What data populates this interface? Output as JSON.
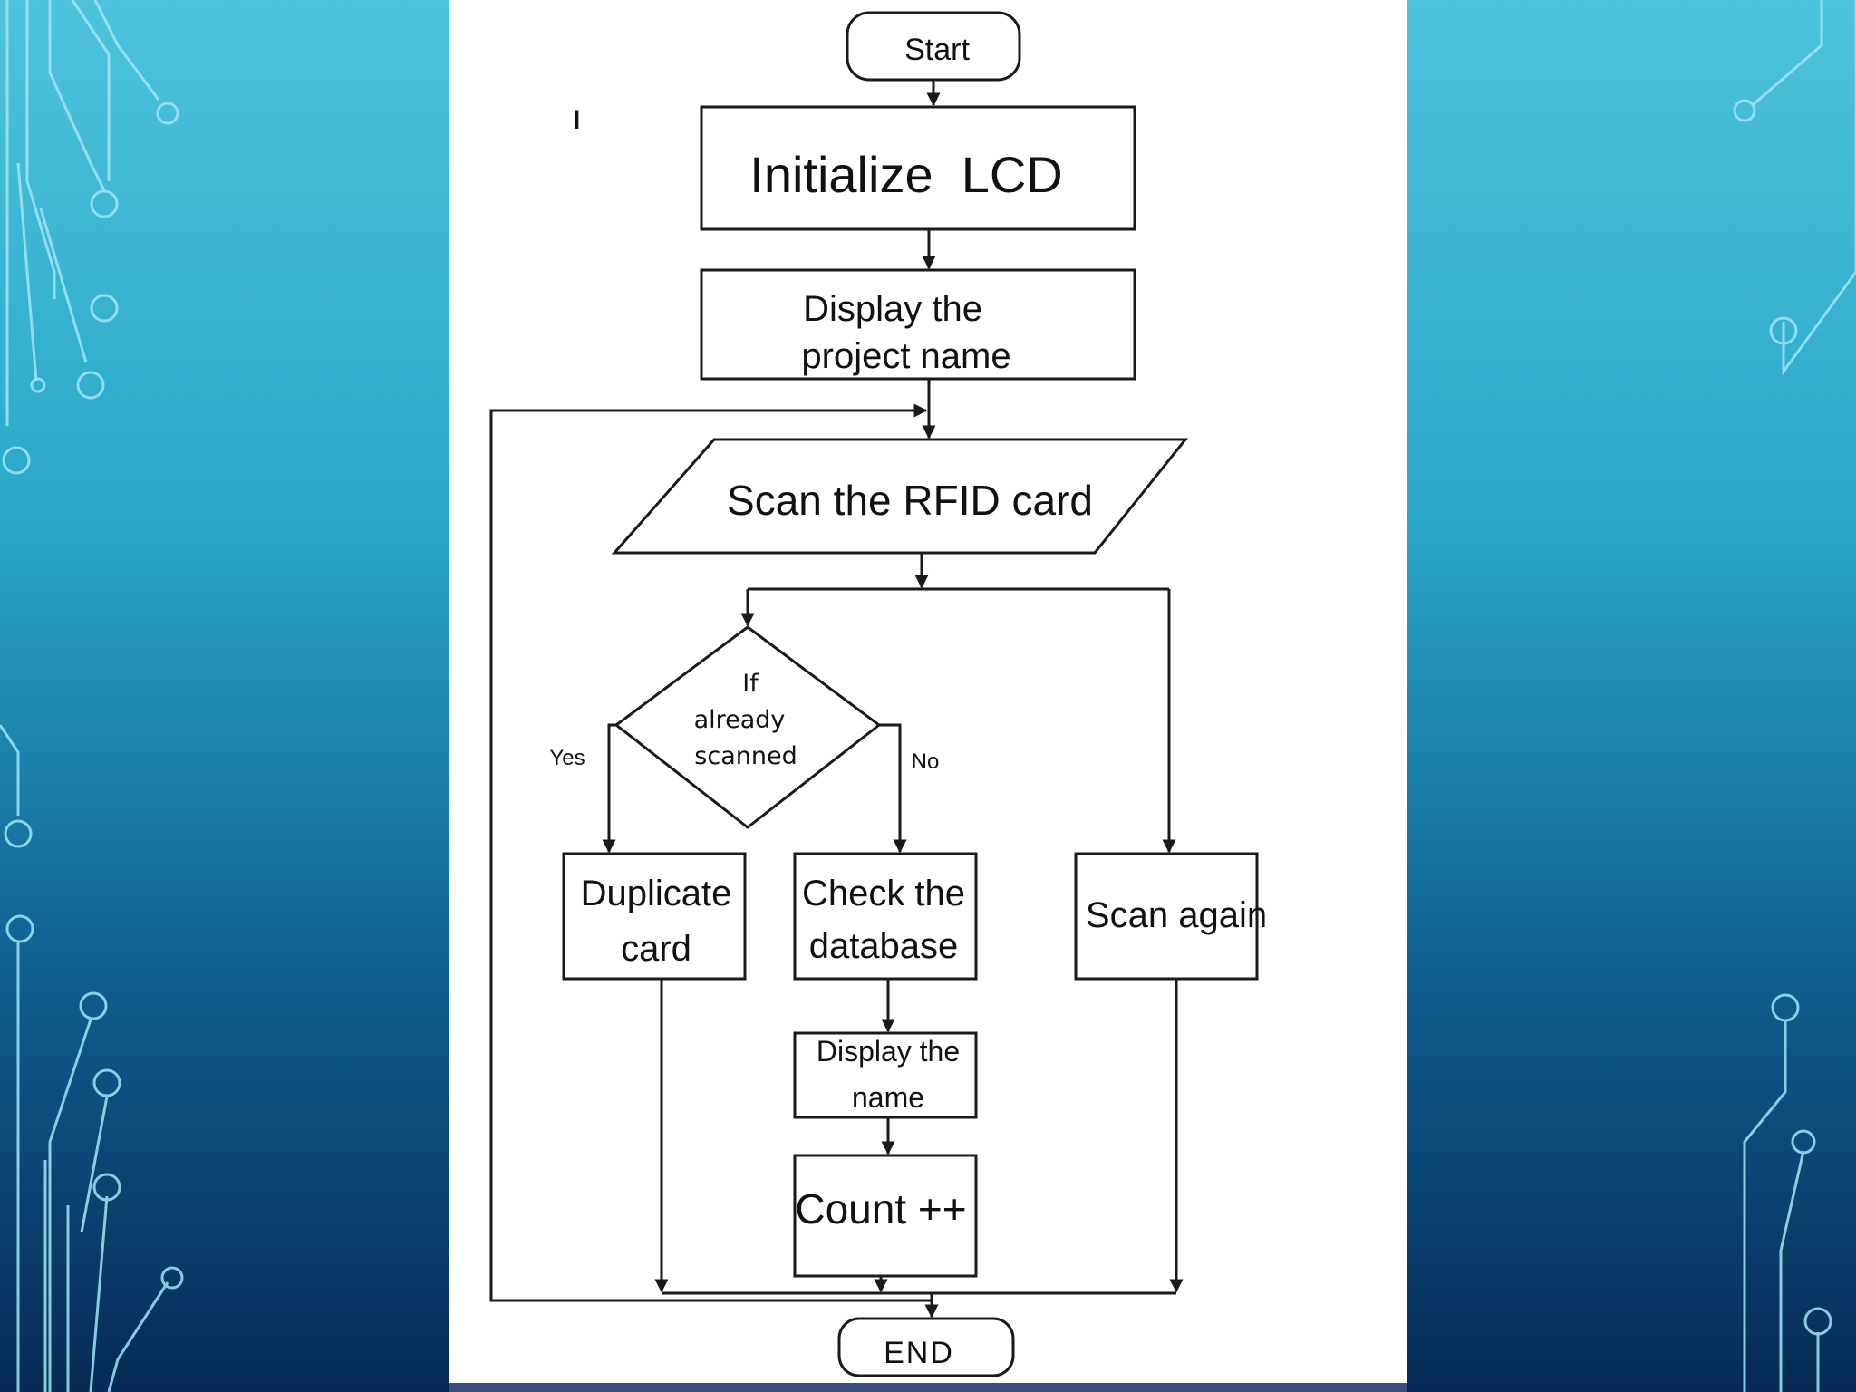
{
  "colors": {
    "background_top": "#4ec3dc",
    "background_bottom": "#062a55",
    "circuit_lines": "#9fe6f5",
    "panel": "#ffffff",
    "panel_bottom_bar": "#3b4f7a",
    "shape_stroke": "#1a1a1a"
  },
  "flowchart": {
    "stray_mark": "I",
    "start": "Start",
    "initialize": "Initialize  LCD",
    "display_project": [
      "Display the",
      "project name"
    ],
    "scan_card": "Scan the RFID card",
    "decision": [
      "If",
      "already",
      "scanned"
    ],
    "yes_label": "Yes",
    "no_label": "No",
    "duplicate": [
      "Duplicate",
      "card"
    ],
    "check_db": [
      "Check the",
      "database"
    ],
    "scan_again": "Scan again",
    "display_name": [
      "Display the",
      "name"
    ],
    "count": "Count ++",
    "end": "END"
  }
}
